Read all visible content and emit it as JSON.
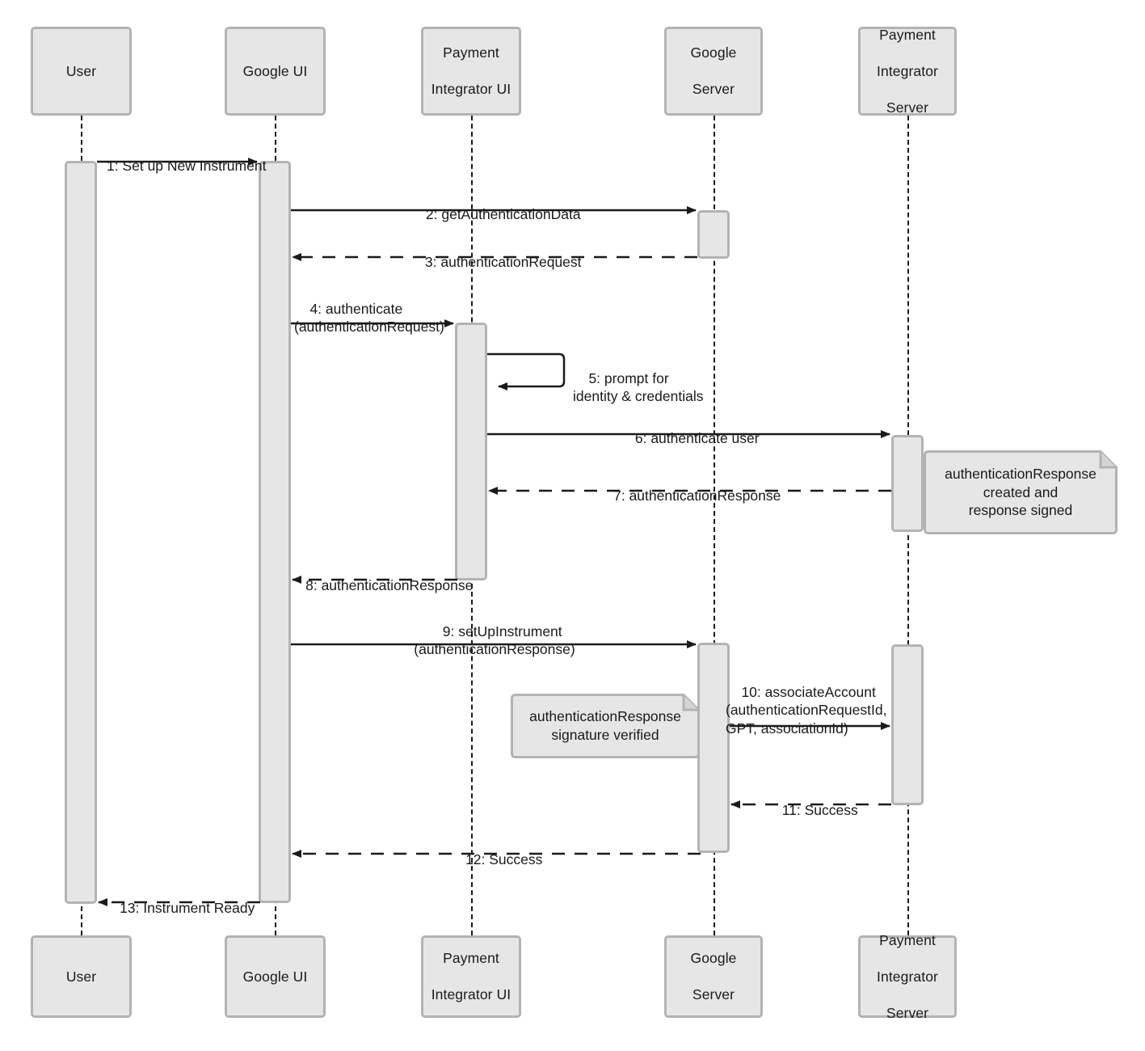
{
  "diagram": {
    "type": "uml-sequence-diagram",
    "title": "Set up New Instrument authentication sequence",
    "colors": {
      "box_fill": "#e6e6e6",
      "box_border": "#b3b3b3",
      "line": "#1a1a1a",
      "background": "#ffffff"
    }
  },
  "participants": [
    {
      "id": "user",
      "label": "User",
      "lines": [
        "User"
      ]
    },
    {
      "id": "google_ui",
      "label": "Google UI",
      "lines": [
        "Google UI"
      ]
    },
    {
      "id": "pi_ui",
      "label": "Payment Integrator UI",
      "lines": [
        "Payment",
        "Integrator UI"
      ]
    },
    {
      "id": "google_srv",
      "label": "Google Server",
      "lines": [
        "Google",
        "Server"
      ]
    },
    {
      "id": "pi_srv",
      "label": "Payment Integrator Server",
      "lines": [
        "Payment",
        "Integrator",
        "Server"
      ]
    }
  ],
  "messages": [
    {
      "num": "1",
      "label": "1: Set up New Instrument",
      "lines": [
        "1: Set up New Instrument"
      ],
      "from": "user",
      "to": "google_ui",
      "style": "solid",
      "direction": "right"
    },
    {
      "num": "2",
      "label": "2: getAuthenticationData",
      "lines": [
        "2: getAuthenticationData"
      ],
      "from": "google_ui",
      "to": "google_srv",
      "style": "solid",
      "direction": "right"
    },
    {
      "num": "3",
      "label": "3: authenticationRequest",
      "lines": [
        "3: authenticationRequest"
      ],
      "from": "google_srv",
      "to": "google_ui",
      "style": "dashed",
      "direction": "left"
    },
    {
      "num": "4",
      "label": "4: authenticate (authenticationRequest)",
      "lines": [
        "4: authenticate",
        "(authenticationRequest)"
      ],
      "from": "google_ui",
      "to": "pi_ui",
      "style": "solid",
      "direction": "right"
    },
    {
      "num": "5",
      "label": "5: prompt for identity & credentials",
      "lines": [
        "5: prompt for",
        "identity & credentials"
      ],
      "from": "pi_ui",
      "to": "pi_ui",
      "style": "solid",
      "direction": "self"
    },
    {
      "num": "6",
      "label": "6: authenticate user",
      "lines": [
        "6: authenticate user"
      ],
      "from": "pi_ui",
      "to": "pi_srv",
      "style": "solid",
      "direction": "right"
    },
    {
      "num": "7",
      "label": "7: authenticationResponse",
      "lines": [
        "7: authenticationResponse"
      ],
      "from": "pi_srv",
      "to": "pi_ui",
      "style": "dashed",
      "direction": "left"
    },
    {
      "num": "8",
      "label": "8: authenticationResponse",
      "lines": [
        "8: authenticationResponse"
      ],
      "from": "pi_ui",
      "to": "google_ui",
      "style": "dashed",
      "direction": "left"
    },
    {
      "num": "9",
      "label": "9: setUpInstrument (authenticationResponse)",
      "lines": [
        "9: setUpInstrument",
        "(authenticationResponse)"
      ],
      "from": "google_ui",
      "to": "google_srv",
      "style": "solid",
      "direction": "right"
    },
    {
      "num": "10",
      "label": "10: associateAccount (authenticationRequestId, GPT, associationId)",
      "lines": [
        "10: associateAccount",
        "(authenticationRequestId,",
        "GPT, associationId)"
      ],
      "from": "google_srv",
      "to": "pi_srv",
      "style": "solid",
      "direction": "right"
    },
    {
      "num": "11",
      "label": "11: Success",
      "lines": [
        "11: Success"
      ],
      "from": "pi_srv",
      "to": "google_srv",
      "style": "dashed",
      "direction": "left"
    },
    {
      "num": "12",
      "label": "12: Success",
      "lines": [
        "12: Success"
      ],
      "from": "google_srv",
      "to": "google_ui",
      "style": "dashed",
      "direction": "left"
    },
    {
      "num": "13",
      "label": "13: Instrument Ready",
      "lines": [
        "13: Instrument Ready"
      ],
      "from": "google_ui",
      "to": "user",
      "style": "dashed",
      "direction": "left"
    }
  ],
  "notes": [
    {
      "id": "note-auth-response-created",
      "lines": [
        "authenticationResponse",
        "created and",
        "response signed"
      ],
      "attached_to": "pi_srv"
    },
    {
      "id": "note-signature-verified",
      "lines": [
        "authenticationResponse",
        "signature verified"
      ],
      "attached_to": "google_srv"
    }
  ]
}
